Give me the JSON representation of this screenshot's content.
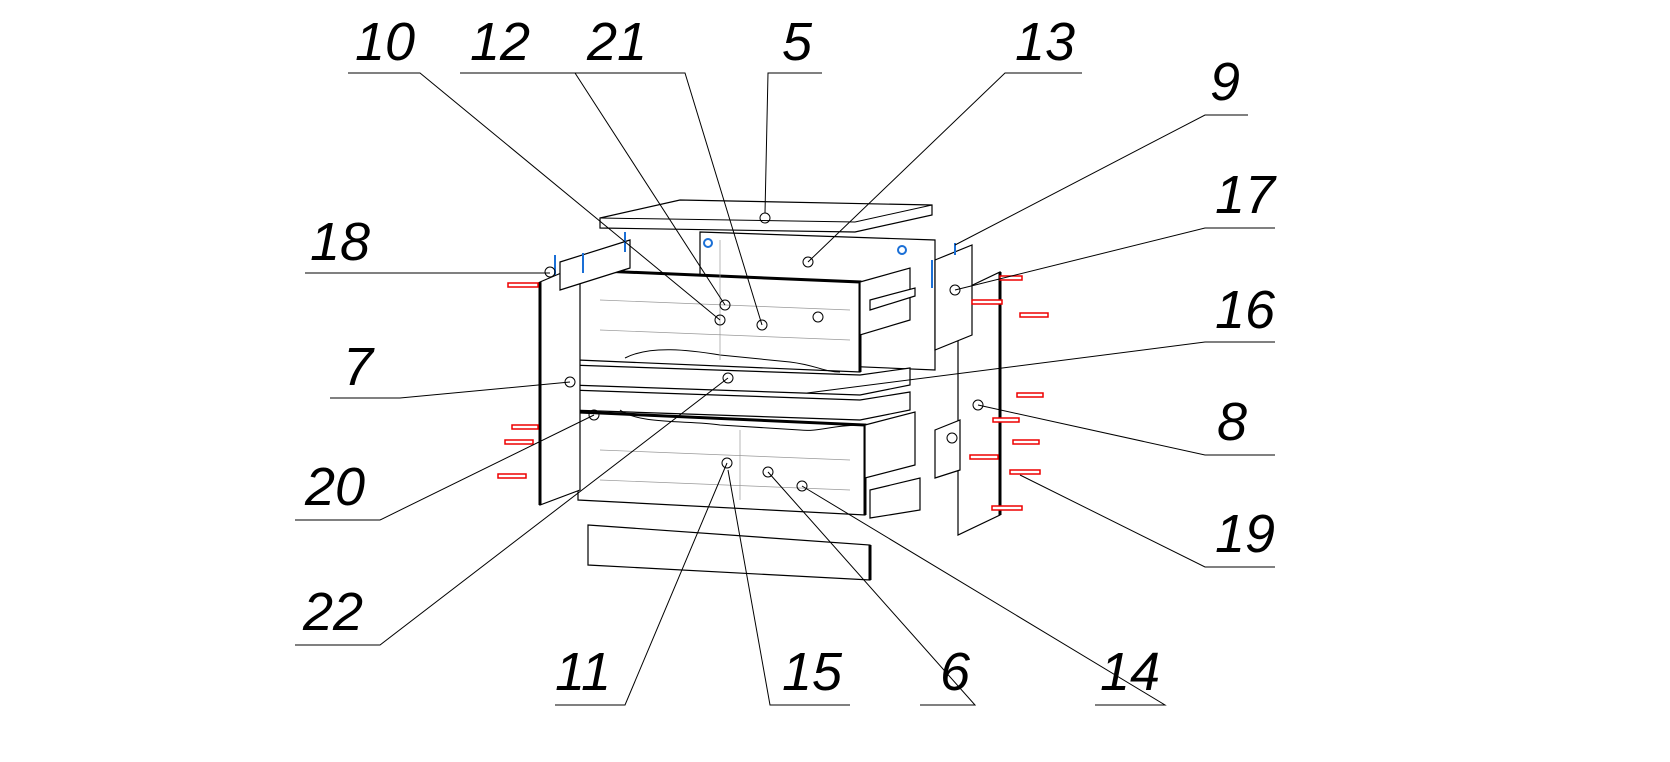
{
  "diagram": {
    "title": "Exploded assembly view of chest of drawers",
    "callouts": [
      {
        "id": "c10",
        "label": "10"
      },
      {
        "id": "c12",
        "label": "12"
      },
      {
        "id": "c21",
        "label": "21"
      },
      {
        "id": "c5",
        "label": "5"
      },
      {
        "id": "c13",
        "label": "13"
      },
      {
        "id": "c9",
        "label": "9"
      },
      {
        "id": "c17",
        "label": "17"
      },
      {
        "id": "c18",
        "label": "18"
      },
      {
        "id": "c16",
        "label": "16"
      },
      {
        "id": "c7",
        "label": "7"
      },
      {
        "id": "c8",
        "label": "8"
      },
      {
        "id": "c20",
        "label": "20"
      },
      {
        "id": "c19",
        "label": "19"
      },
      {
        "id": "c22",
        "label": "22"
      },
      {
        "id": "c11",
        "label": "11"
      },
      {
        "id": "c15",
        "label": "15"
      },
      {
        "id": "c6",
        "label": "6"
      },
      {
        "id": "c14",
        "label": "14"
      }
    ],
    "colors": {
      "lines": "#000000",
      "fasteners": "#e00000",
      "clips": "#1a6fd6"
    }
  }
}
